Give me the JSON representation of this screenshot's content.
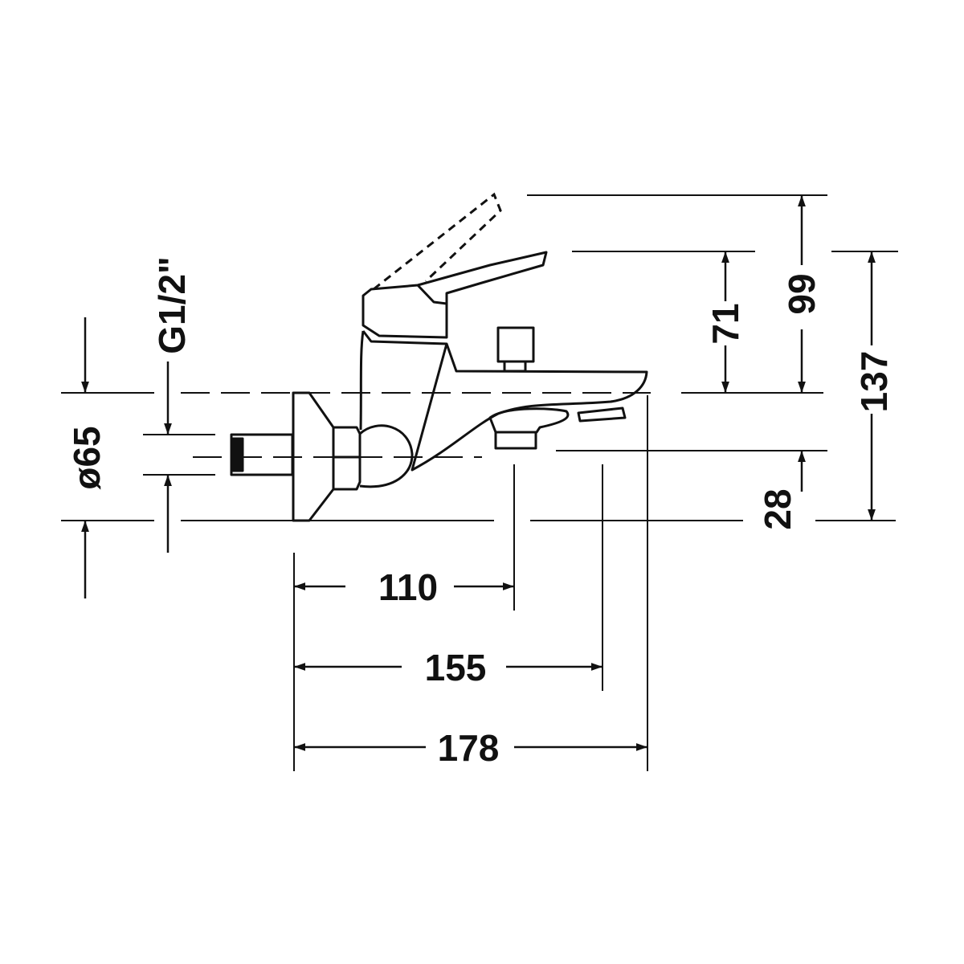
{
  "colors": {
    "line": "#111111",
    "background": "#ffffff"
  },
  "dimensions": {
    "thread": "G1/2\"",
    "diameter": "ø65",
    "projection_short": "110",
    "projection_mid": "155",
    "projection_long": "178",
    "height_71": "71",
    "height_99": "99",
    "height_137": "137",
    "height_28": "28"
  }
}
